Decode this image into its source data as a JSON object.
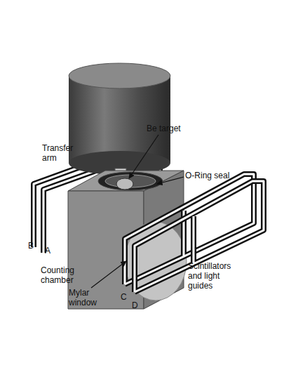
{
  "diagram": {
    "labels": [
      "Transfer arm",
      "Be target",
      "O-Ring seal",
      "B",
      "A",
      "Counting chamber",
      "Mylar window",
      "C",
      "D",
      "Scintillators and light guides"
    ]
  }
}
